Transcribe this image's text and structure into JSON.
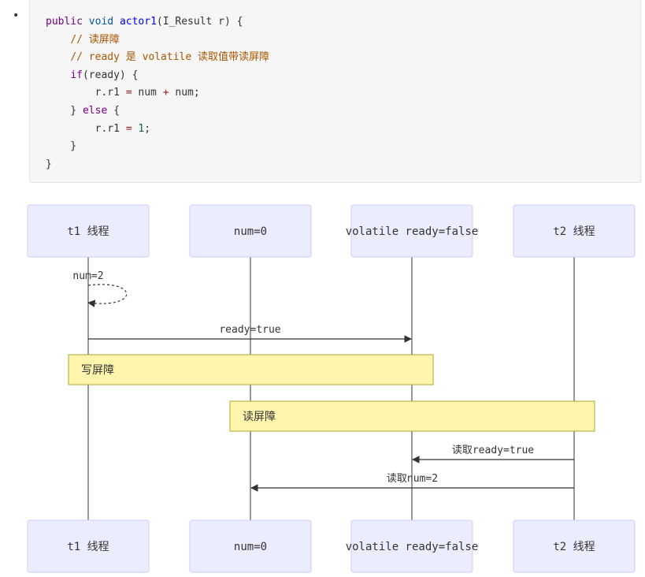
{
  "bullet": "•",
  "code": {
    "lines": [
      [
        {
          "t": "public",
          "c": "kw"
        },
        {
          "t": " "
        },
        {
          "t": "void",
          "c": "ty"
        },
        {
          "t": " "
        },
        {
          "t": "actor1",
          "c": "def"
        },
        {
          "t": "(I_Result r) {"
        }
      ],
      [
        {
          "t": "    "
        },
        {
          "t": "// 读屏障",
          "c": "cm"
        }
      ],
      [
        {
          "t": "    "
        },
        {
          "t": "// ready 是 volatile 读取值带读屏障",
          "c": "cm"
        }
      ],
      [
        {
          "t": "    "
        },
        {
          "t": "if",
          "c": "kw"
        },
        {
          "t": "(ready) {"
        }
      ],
      [
        {
          "t": "        r.r1 "
        },
        {
          "t": "=",
          "c": "op"
        },
        {
          "t": " num "
        },
        {
          "t": "+",
          "c": "op"
        },
        {
          "t": " num;"
        }
      ],
      [
        {
          "t": "    } "
        },
        {
          "t": "else",
          "c": "kw"
        },
        {
          "t": " {"
        }
      ],
      [
        {
          "t": "        r.r1 "
        },
        {
          "t": "=",
          "c": "op"
        },
        {
          "t": " "
        },
        {
          "t": "1",
          "c": "num"
        },
        {
          "t": ";"
        }
      ],
      [
        {
          "t": "    }"
        }
      ],
      [
        {
          "t": "}"
        }
      ]
    ]
  },
  "diagram": {
    "actors": [
      {
        "id": "t1",
        "label": "t1 线程"
      },
      {
        "id": "num",
        "label": "num=0"
      },
      {
        "id": "ready",
        "label": "volatile ready=false"
      },
      {
        "id": "t2",
        "label": "t2 线程"
      }
    ],
    "messages": [
      {
        "from": "t1",
        "to": "t1",
        "label": "num=2",
        "style": "dashed",
        "kind": "self"
      },
      {
        "from": "t1",
        "to": "ready",
        "label": "ready=true",
        "style": "solid",
        "kind": "arrow"
      },
      {
        "from": "t2",
        "to": "ready",
        "label": "读取ready=true",
        "style": "solid",
        "kind": "arrow"
      },
      {
        "from": "t2",
        "to": "num",
        "label": "读取num=2",
        "style": "solid",
        "kind": "arrow"
      }
    ],
    "notes": [
      {
        "label": "写屏障",
        "from": "t1",
        "to": "ready"
      },
      {
        "label": "读屏障",
        "from": "num",
        "to": "t2"
      }
    ],
    "colors": {
      "actor_fill": "#ECECFF",
      "actor_stroke": "#CCCCFF",
      "note_fill": "#FFF5AD",
      "note_stroke": "#AAAA33",
      "line": "#333333"
    }
  }
}
